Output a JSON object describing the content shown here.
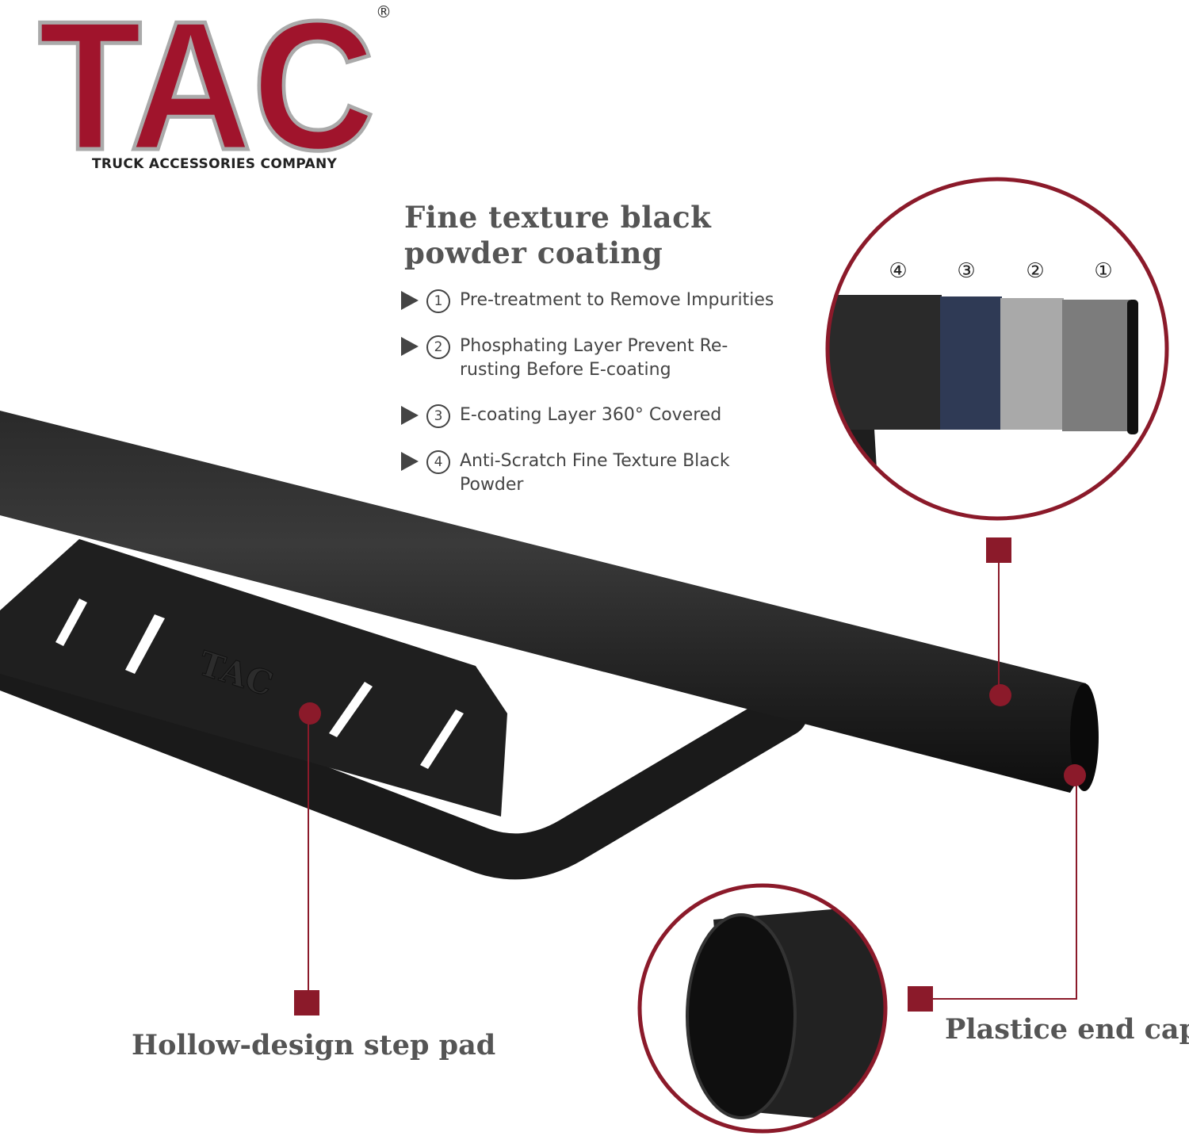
{
  "brand": {
    "logo_text": "TAC",
    "registered": "®",
    "tagline": "TRUCK ACCESSORIES COMPANY",
    "logo_color": "#a0142c",
    "plate_logo_text": "TAC"
  },
  "coating": {
    "heading_line1": "Fine texture black",
    "heading_line2": "powder coating",
    "items": [
      {
        "num": "1",
        "text": "Pre-treatment to Remove Impurities"
      },
      {
        "num": "2",
        "text": "Phosphating Layer Prevent Re-rusting Before E-coating"
      },
      {
        "num": "3",
        "text": "E-coating Layer 360° Covered"
      },
      {
        "num": "4",
        "text": "Anti-Scratch Fine Texture Black Powder"
      }
    ],
    "layer_labels": [
      "④",
      "③",
      "②",
      "①"
    ]
  },
  "callouts": {
    "step_pad": "Hollow-design step pad",
    "end_cap": "Plastice end cap"
  },
  "colors": {
    "accent": "#8b1a2a",
    "text": "#444444",
    "tube": "#1c1c1c"
  }
}
